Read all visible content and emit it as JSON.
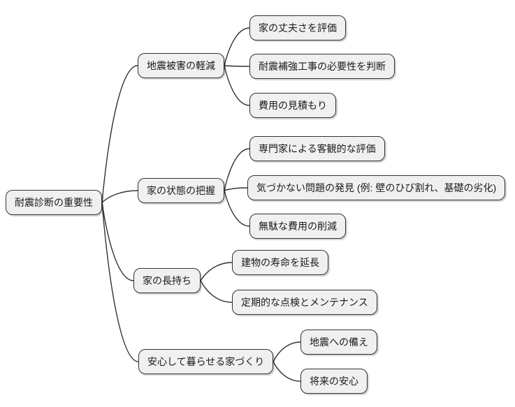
{
  "diagram": {
    "type": "mindmap",
    "root": {
      "label": "耐震診断の重要性"
    },
    "branches": [
      {
        "label": "地震被害の軽減",
        "children": [
          {
            "label": "家の丈夫さを評価"
          },
          {
            "label": "耐震補強工事の必要性を判断"
          },
          {
            "label": "費用の見積もり"
          }
        ]
      },
      {
        "label": "家の状態の把握",
        "children": [
          {
            "label": "専門家による客観的な評価"
          },
          {
            "label": "気づかない問題の発見 (例: 壁のひび割れ、基礎の劣化)"
          },
          {
            "label": "無駄な費用の削減"
          }
        ]
      },
      {
        "label": "家の長持ち",
        "children": [
          {
            "label": "建物の寿命を延長"
          },
          {
            "label": "定期的な点検とメンテナンス"
          }
        ]
      },
      {
        "label": "安心して暮らせる家づくり",
        "children": [
          {
            "label": "地震への備え"
          },
          {
            "label": "将来の安心"
          }
        ]
      }
    ],
    "colors": {
      "node_fill": "#f0f0f0",
      "node_border": "#333333",
      "edge": "#333333",
      "text": "#1a1a1a",
      "background": "#ffffff"
    }
  }
}
